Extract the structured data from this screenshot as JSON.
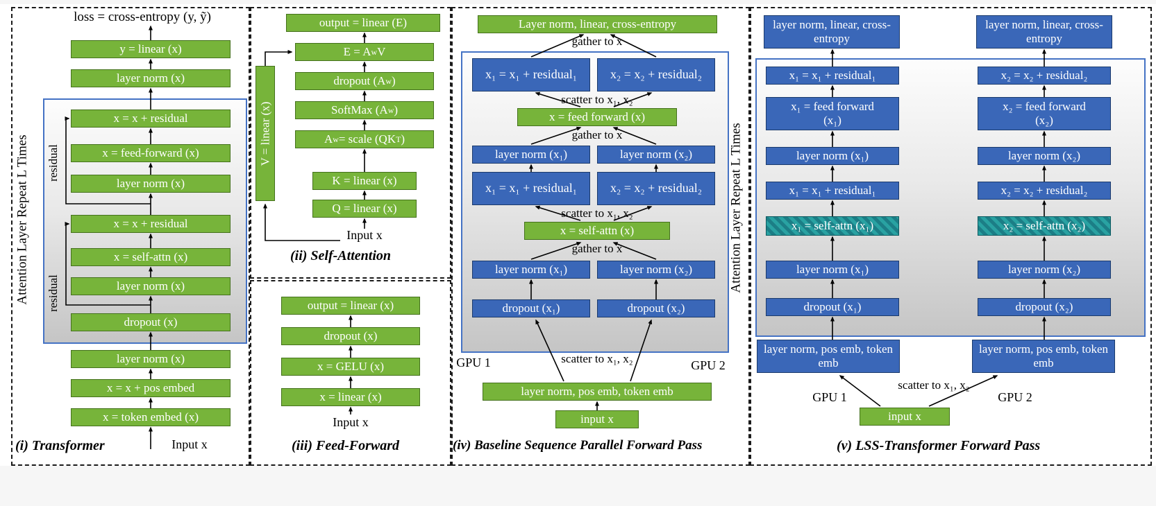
{
  "colors": {
    "box_green": "#77b43a",
    "box_blue": "#3a67b8",
    "box_teal_hatched": "#29a2a2",
    "container_border_blue": "#4472c4",
    "arrow_black": "#000000"
  },
  "panels": {
    "transformer": {
      "caption": "(i) Transformer",
      "loss_label": "loss = cross-entropy (y, ỹ)",
      "repeat_label": "Attention Layer Repeat L Times",
      "residual_label": "residual",
      "input_label": "Input x",
      "boxes": {
        "y_linear": "y = linear (x)",
        "layer_norm_top": "layer norm (x)",
        "add_residual": "x = x + residual",
        "feed_forward": "x = feed-forward (x)",
        "layer_norm_mid": "layer norm (x)",
        "add_residual_2": "x = x + residual",
        "self_attn": "x = self-attn (x)",
        "layer_norm_low": "layer norm (x)",
        "dropout": "dropout (x)",
        "layer_norm_emb": "layer norm (x)",
        "pos_embed": "x = x + pos embed",
        "token_embed": "x = token embed (x)"
      }
    },
    "self_attention": {
      "caption": "(ii) Self-Attention",
      "input_label": "Input x",
      "boxes": {
        "output": "output = linear (E)",
        "e_attn_v": "E = A_{w}V",
        "dropout": "dropout (A_{w})",
        "softmax": "SoftMax (A_{w})",
        "scale": "A_{w} = scale (QK^{T})",
        "k_linear": "K = linear (x)",
        "q_linear": "Q = linear (x)",
        "v_linear": "V = linear (x)"
      }
    },
    "feed_forward": {
      "caption": "(iii) Feed-Forward",
      "input_label": "Input x",
      "boxes": {
        "output": "output = linear (x)",
        "dropout": "dropout (x)",
        "gelu": "x = GELU (x)",
        "linear": "x = linear (x)"
      }
    },
    "baseline": {
      "caption": "(iv) Baseline Sequence Parallel Forward Pass",
      "repeat_label": "Attention Layer Repeat L Times",
      "gather_label": "gather to x",
      "scatter_label": "scatter to x₁, x₂",
      "gpu1_label": "GPU 1",
      "gpu2_label": "GPU 2",
      "boxes": {
        "head": "Layer norm, linear, cross-entropy",
        "add_left": "x₁ = x₁ + residual₁",
        "add_right": "x₂ = x₂ + residual₂",
        "feed_forward": "x = feed forward (x)",
        "layer_norm_left": "layer norm (x₁)",
        "layer_norm_right": "layer norm (x₂)",
        "self_attn": "x = self-attn (x)",
        "dropout_left": "dropout (x₁)",
        "dropout_right": "dropout (x₂)",
        "embed": "layer norm, pos emb, token emb",
        "input": "input x"
      }
    },
    "lss": {
      "caption": "(v) LSS-Transformer Forward Pass",
      "scatter_label": "scatter to x₁, x₂",
      "gpu1_label": "GPU 1",
      "gpu2_label": "GPU 2",
      "boxes": {
        "head": "layer norm, linear, cross-entropy",
        "add_left": "x₁ = x₁ + residual₁",
        "add_right": "x₂ = x₂ + residual₂",
        "ff_left": "x₁ = feed forward (x₁)",
        "ff_right": "x₂ = feed forward (x₂)",
        "layer_norm_left": "layer norm (x₁)",
        "layer_norm_right": "layer norm (x₂)",
        "attn_left": "x₁ = self-attn (x₁)",
        "attn_right": "x₂ = self-attn (x₂)",
        "dropout_left": "dropout (x₁)",
        "dropout_right": "dropout (x₂)",
        "embed": "layer norm, pos emb, token emb",
        "input": "input x"
      }
    }
  }
}
